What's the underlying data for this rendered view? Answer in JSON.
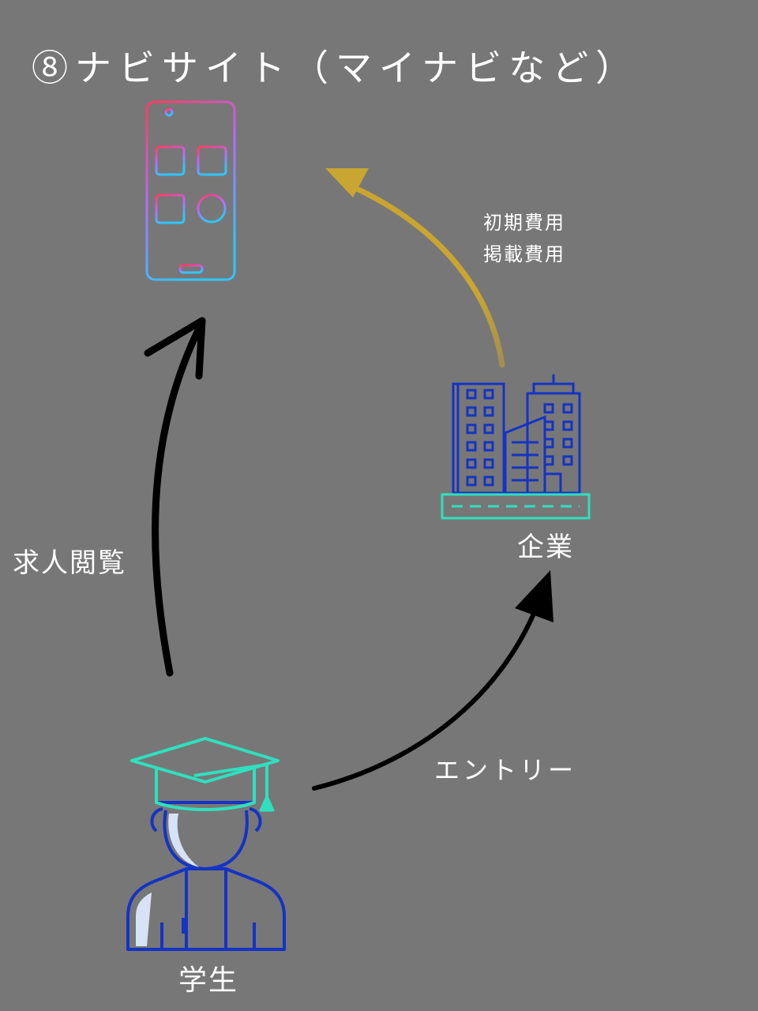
{
  "title": "⑧ナビサイト（マイナビなど）",
  "edges": {
    "student_to_site": {
      "label": "求人閲覧"
    },
    "student_to_company": {
      "label": "エントリー"
    },
    "company_to_site": {
      "labels": [
        "初期費用",
        "掲載費用"
      ]
    }
  },
  "nodes": {
    "company": {
      "label": "企業",
      "icon": "office-building-icon"
    },
    "student": {
      "label": "学生",
      "icon": "graduate-student-icon"
    },
    "site": {
      "icon": "smartphone-icon"
    }
  },
  "colors": {
    "background": "#777777",
    "text": "#ffffff",
    "arrow_dark": "#000000",
    "arrow_gold": "#c9a531",
    "icon_blue": "#1533c4",
    "icon_teal": "#2fe0be",
    "phone_gradient": [
      "#ff3b5c",
      "#b56bff",
      "#2fc6ff"
    ]
  }
}
